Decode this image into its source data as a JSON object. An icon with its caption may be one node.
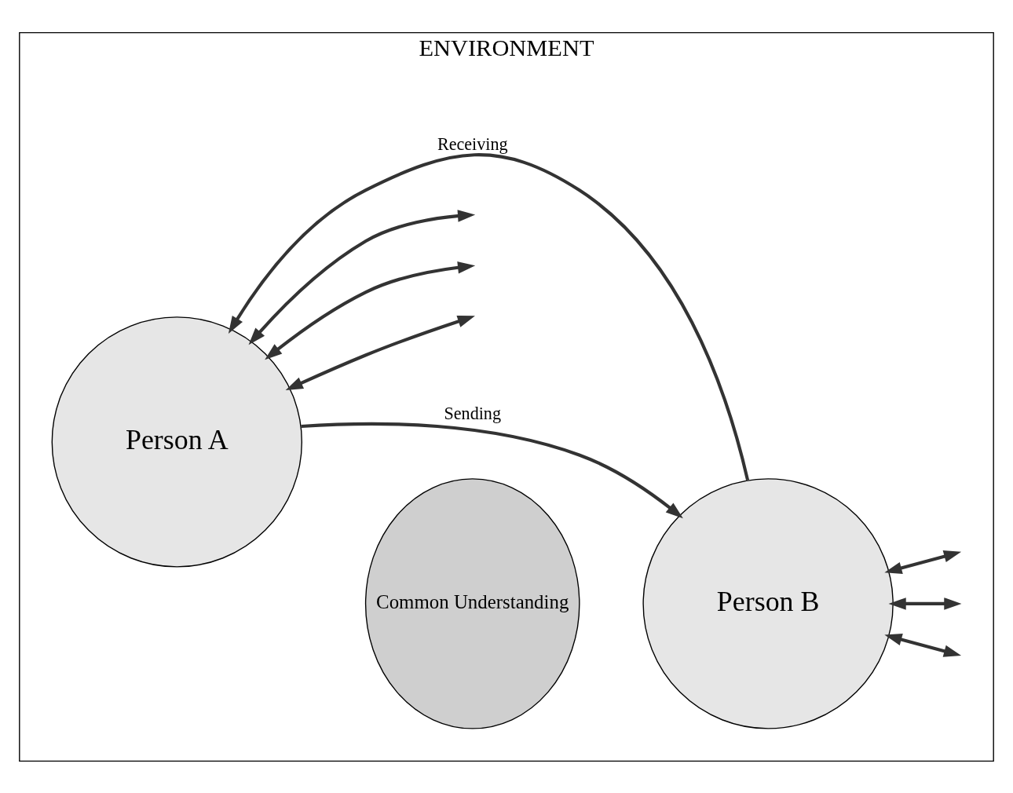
{
  "diagram": {
    "nodes": [
      {
        "text": [
          "ENVIRONMENT"
        ]
      },
      {
        "text": [
          "Person A"
        ],
        "in": 0
      },
      {
        "text": [
          "Common Understanding"
        ],
        "in": 0
      },
      {
        "text": [
          "Person B"
        ],
        "in": 0
      }
    ],
    "edges": [
      {
        "from": 1,
        "to": 3,
        "arrow": "to",
        "label": "Sending"
      },
      {
        "from": 3,
        "to": 1,
        "arrow": "to",
        "label": "Receiving"
      },
      {
        "from": 1,
        "to": null,
        "arrow": "both"
      },
      {
        "from": 1,
        "to": null,
        "arrow": "both"
      },
      {
        "from": 1,
        "to": null,
        "arrow": "both"
      },
      {
        "from": 3,
        "to": null,
        "arrow": "both"
      },
      {
        "from": 3,
        "to": null,
        "arrow": "both"
      },
      {
        "from": 3,
        "to": null,
        "arrow": "both"
      }
    ]
  }
}
